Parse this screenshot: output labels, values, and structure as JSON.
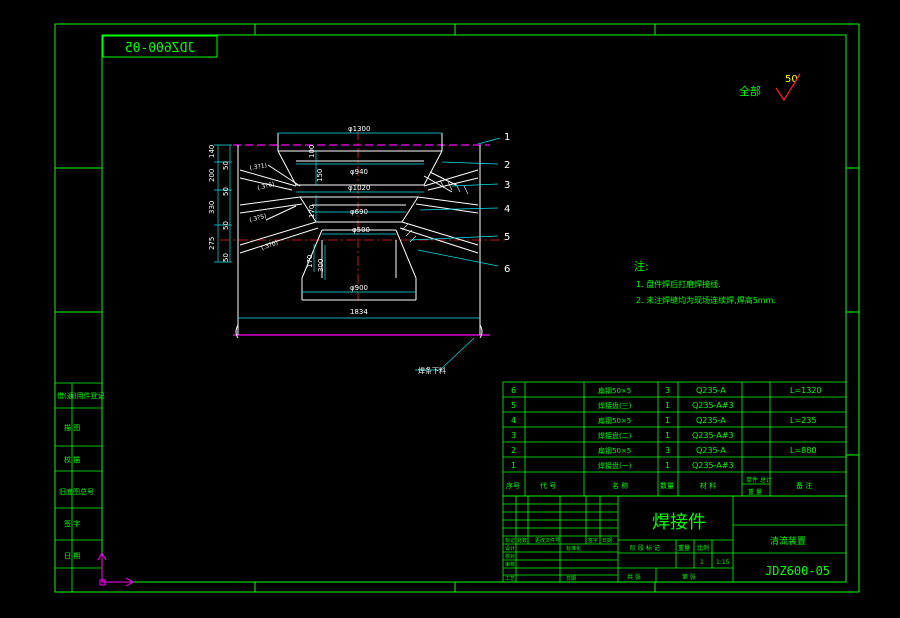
{
  "colors": {
    "frame": "#00ff00",
    "drawing": "#ffffff",
    "dimension": "#00e5ee",
    "hidden": "#ff00ff",
    "center": "#ff2020",
    "text": "#00ff00",
    "mark": "#ffff00",
    "axis": "#ff00ff"
  },
  "drawing_number_mirrored": "JDZ600-05",
  "roughness": {
    "label": "全部",
    "value": "50"
  },
  "notes": {
    "heading": "注:",
    "items": [
      "1. 盘件焊后打磨焊接线.",
      "2. 未注焊缝均为现场连续焊,焊高5mm."
    ]
  },
  "dimensions": {
    "top_dia": "φ1300",
    "d1": "φ940",
    "d2": "φ1020",
    "d3": "φ690",
    "d4": "φ500",
    "bottom_dia": "φ900",
    "overall_width": "1834",
    "h1": "140",
    "h2": "200",
    "h3": "330",
    "h4": "275",
    "left_small": [
      "50",
      "50",
      "50",
      "50"
    ],
    "angle_tags": [
      "(.3?1)",
      "(.3?6)",
      "(.3?5)",
      "(.3?0)"
    ],
    "inner_heights": [
      "100",
      "150",
      "170",
      "170",
      "300"
    ],
    "slot_label": "焊条下料"
  },
  "callouts": [
    "1",
    "2",
    "3",
    "4",
    "5",
    "6"
  ],
  "bom": {
    "rows": [
      {
        "no": "6",
        "code": "",
        "name": "扁钢50×5",
        "qty": "3",
        "material": "Q235-A",
        "remark": "L=1320"
      },
      {
        "no": "5",
        "code": "",
        "name": "焊接盘(三)",
        "qty": "1",
        "material": "Q235-A#3",
        "remark": ""
      },
      {
        "no": "4",
        "code": "",
        "name": "扁钢50×5",
        "qty": "1",
        "material": "Q235-A",
        "remark": "L=235"
      },
      {
        "no": "3",
        "code": "",
        "name": "焊接盘(二)",
        "qty": "1",
        "material": "Q235-A#3",
        "remark": ""
      },
      {
        "no": "2",
        "code": "",
        "name": "扁钢50×5",
        "qty": "3",
        "material": "Q235-A",
        "remark": "L=880"
      },
      {
        "no": "1",
        "code": "",
        "name": "焊接盘(一)",
        "qty": "1",
        "material": "Q235-A#3",
        "remark": ""
      }
    ],
    "header": {
      "no": "序号",
      "code": "代 号",
      "name": "名 称",
      "qty": "数量",
      "material": "材 料",
      "unit_weight": "单件",
      "total_weight": "总计",
      "weight_sub": "重 量",
      "remark": "备 注"
    }
  },
  "title_block": {
    "part_name": "焊接件",
    "assembly_name": "清流装置",
    "drawing_number": "JDZ600-05",
    "stage_header": "阶 段 标 记",
    "weight_header": "重量",
    "scale_header": "比例",
    "scale": "1:15",
    "count": "1",
    "sheet_total": "共 张",
    "sheet_no": "第 张",
    "rev_cells": [
      "标记",
      "处数",
      "更改文件号",
      "签字",
      "日期"
    ],
    "role_cells": [
      "设计",
      "校对",
      "审核",
      "工艺"
    ],
    "standard": "标准化",
    "approve": "日期"
  },
  "side_block": [
    "借(通)用件登记",
    "描 图",
    "校 描",
    "旧底图总号",
    "签 字",
    "日 期"
  ]
}
